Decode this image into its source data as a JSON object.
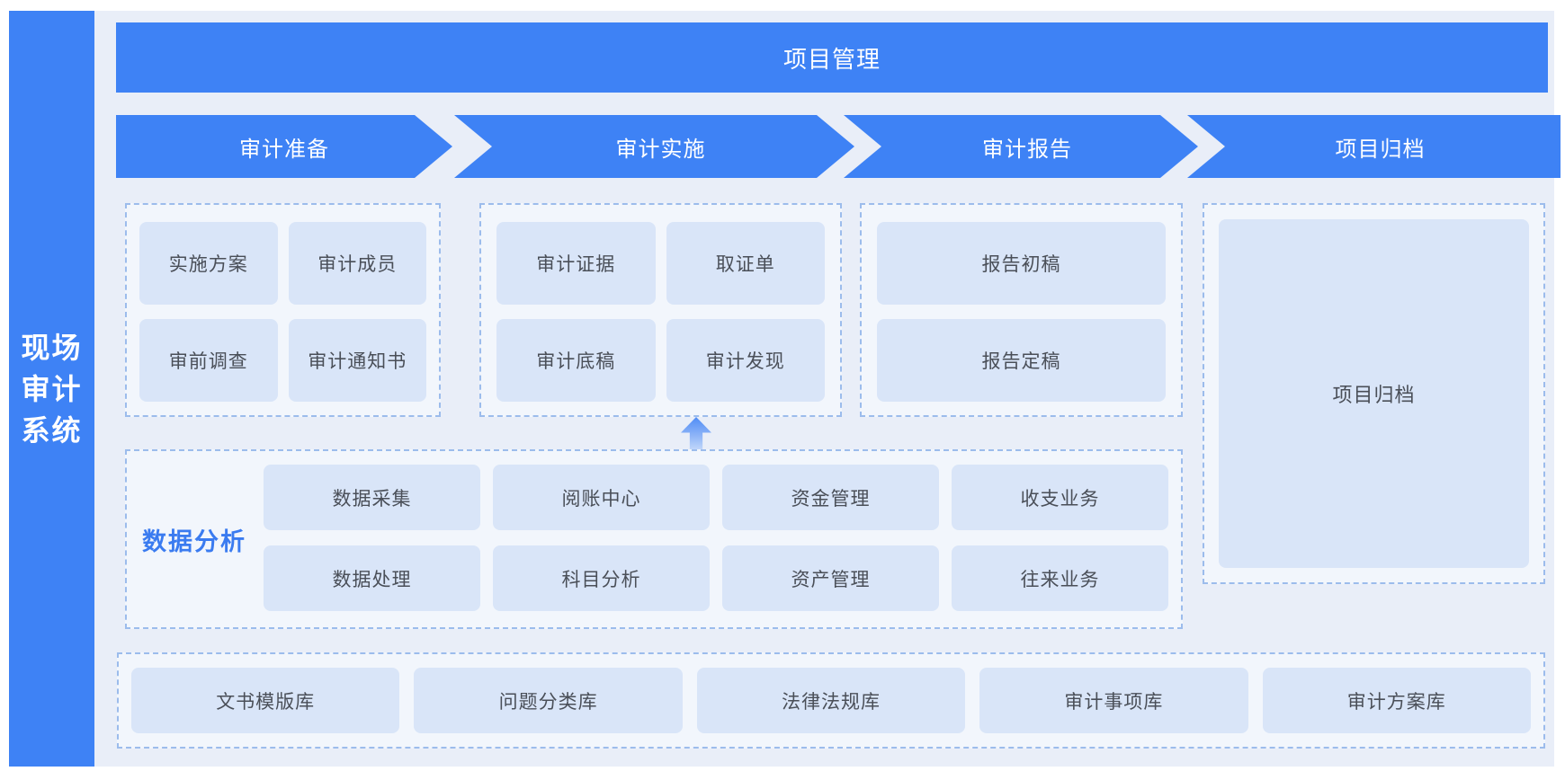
{
  "sidebar": {
    "title_lines": [
      "现场",
      "审计",
      "系统"
    ]
  },
  "header": {
    "title": "项目管理"
  },
  "stages": [
    {
      "label": "审计准备"
    },
    {
      "label": "审计实施"
    },
    {
      "label": "审计报告"
    },
    {
      "label": "项目归档"
    }
  ],
  "groups": {
    "audit_prep": {
      "items": [
        "实施方案",
        "审计成员",
        "审前调查",
        "审计通知书"
      ]
    },
    "audit_impl": {
      "items": [
        "审计证据",
        "取证单",
        "审计底稿",
        "审计发现"
      ]
    },
    "audit_report": {
      "items": [
        "报告初稿",
        "报告定稿"
      ]
    },
    "project_archive": {
      "items": [
        "项目归档"
      ]
    }
  },
  "data_analysis": {
    "label": "数据分析",
    "items": [
      "数据采集",
      "阅账中心",
      "资金管理",
      "收支业务",
      "数据处理",
      "科目分析",
      "资产管理",
      "往来业务"
    ]
  },
  "libraries": {
    "items": [
      "文书模版库",
      "问题分类库",
      "法律法规库",
      "审计事项库",
      "审计方案库"
    ]
  },
  "icons": {
    "up_arrow": "arrow-up"
  },
  "colors": {
    "primary_blue": "#3E82F5",
    "panel_bg": "#E9EEF8",
    "container_bg": "#F2F6FC",
    "dashed_border": "#9CBCEC",
    "box_fill": "#D9E5F8",
    "box_text": "#4A4F58",
    "analysis_label_blue": "#3A7BF0"
  }
}
